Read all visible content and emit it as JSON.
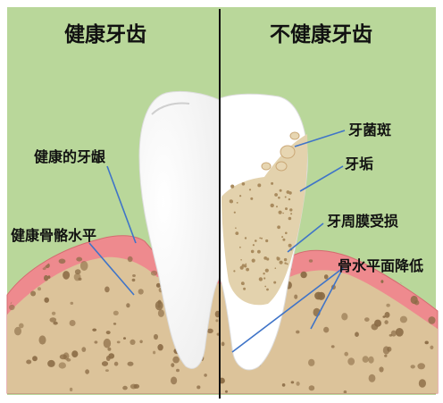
{
  "titles": {
    "healthy": "健康牙齿",
    "unhealthy": "不健康牙齿"
  },
  "labels": {
    "healthy_gum": "健康的牙龈",
    "healthy_bone_level": "健康骨骼水平",
    "plaque": "牙菌斑",
    "tartar": "牙垢",
    "ligament_damage": "牙周膜受损",
    "bone_level_lowered": "骨水平面降低"
  },
  "colors": {
    "background": "#b9d79a",
    "gum": "#ee8a8e",
    "bone": "#dcc39a",
    "bone_dots": "#8a6b45",
    "tooth": "#ffffff",
    "tartar": "#e3d2ad",
    "leader_line": "#3f74c8",
    "divider": "#111111"
  }
}
